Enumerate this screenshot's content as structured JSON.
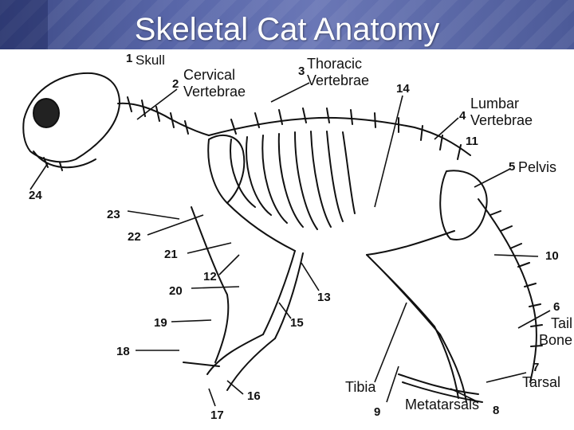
{
  "title": "Skeletal Cat Anatomy",
  "labels": {
    "skull": "Skull",
    "cervical": "Cervical Vertebrae",
    "thoracic": "Thoracic Vertebrae",
    "lumbar": "Lumbar Vertebrae",
    "pelvis": "Pelvis",
    "tail": "Tail Bone",
    "tarsal": "Tarsal",
    "tibia": "Tibia",
    "metatarsals": "Metatarsals"
  },
  "numbers": [
    "1",
    "2",
    "3",
    "4",
    "5",
    "6",
    "7",
    "8",
    "9",
    "10",
    "11",
    "12",
    "13",
    "14",
    "15",
    "16",
    "17",
    "18",
    "19",
    "20",
    "21",
    "22",
    "23",
    "24"
  ],
  "colors": {
    "header": "#5866a8",
    "ink": "#111111"
  }
}
